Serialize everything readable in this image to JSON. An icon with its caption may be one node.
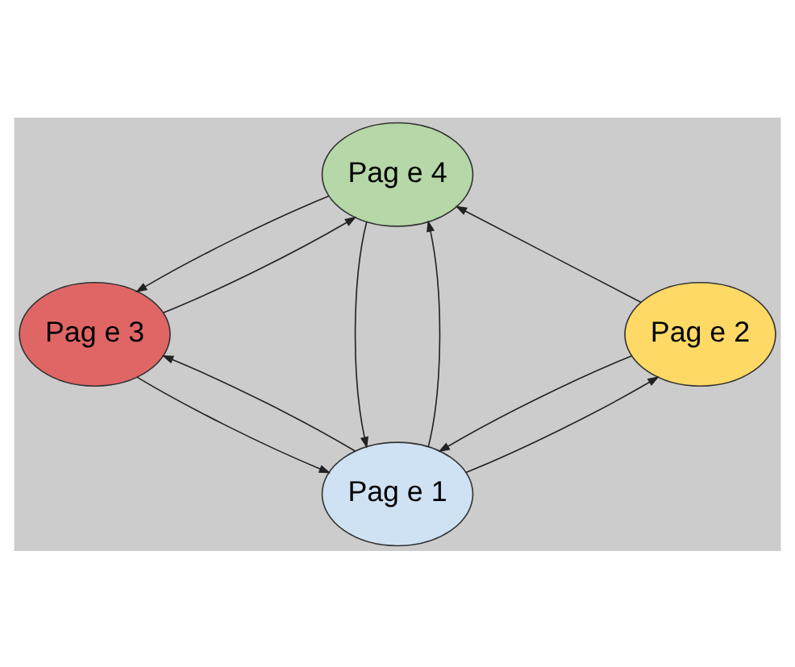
{
  "diagram": {
    "nodes": [
      {
        "text": [
          "Pag e 4"
        ]
      },
      {
        "text": [
          "Pag e 2"
        ]
      },
      {
        "text": [
          "Pag e 3"
        ]
      },
      {
        "text": [
          "Pag e 1"
        ]
      }
    ],
    "edges": [
      {
        "from": 1,
        "to": 0,
        "arrow": "to"
      },
      {
        "from": 0,
        "to": 2,
        "arrow": "to"
      },
      {
        "from": 2,
        "to": 0,
        "arrow": "to"
      },
      {
        "from": 0,
        "to": 3,
        "arrow": "to"
      },
      {
        "from": 3,
        "to": 0,
        "arrow": "to"
      },
      {
        "from": 3,
        "to": 1,
        "arrow": "to"
      },
      {
        "from": 1,
        "to": 3,
        "arrow": "to"
      },
      {
        "from": 3,
        "to": 2,
        "arrow": "to"
      },
      {
        "from": 2,
        "to": 3,
        "arrow": "to"
      }
    ]
  }
}
